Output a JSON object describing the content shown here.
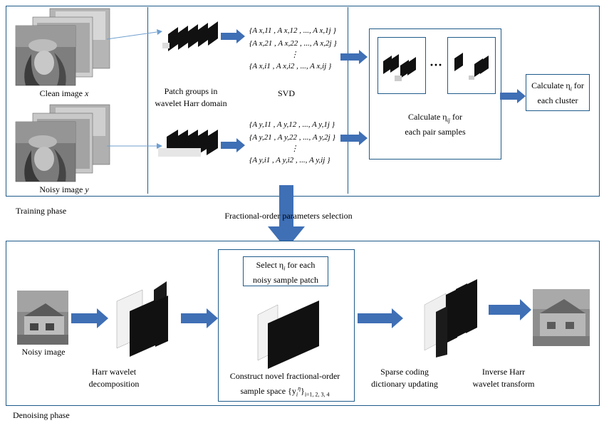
{
  "training": {
    "phase_label": "Training phase",
    "clean_label": "Clean image",
    "clean_var": "x",
    "noisy_label": "Noisy image",
    "noisy_var": "y",
    "patch_label_1": "Patch groups in",
    "patch_label_2": "wavelet Harr domain",
    "svd_label": "SVD",
    "mat_x": [
      "{A x,11 , A x,12 , ..., A x,1j }",
      "{A x,21 , A x,22 , ..., A x,2j }",
      "⋮",
      "{A x,i1 , A x,i2 , ..., A x,ij }"
    ],
    "mat_y": [
      "{A y,11 , A y,12 , ..., A y,1j }",
      "{A y,21 , A y,22 , ..., A y,2j }",
      "⋮",
      "{A y,i1 , A y,i2 , ..., A y,ij }"
    ],
    "dots": "···",
    "calc_pair_1": "Calculate η",
    "calc_pair_sub": "ij",
    "calc_pair_2": " for",
    "calc_pair_3": "each pair samples",
    "calc_cluster_1": "Calculate η",
    "calc_cluster_sub": "i",
    "calc_cluster_2": " for",
    "calc_cluster_3": "each cluster"
  },
  "middle_label": "Fractional-order parameters selection",
  "denoising": {
    "phase_label": "Denoising phase",
    "noisy_label": "Noisy image",
    "harr_1": "Harr wavelet",
    "harr_2": "decomposition",
    "select_1": "Select η",
    "select_sub": "i",
    "select_2": " for each",
    "select_3": "noisy sample patch",
    "construct_1": "Construct novel fractional-order",
    "construct_2": "sample space {y",
    "construct_sub": "i",
    "construct_sup": "η",
    "construct_3": "}",
    "construct_idx": "i=1, 2, 3, 4",
    "sparse_1": "Sparse coding",
    "sparse_2": "dictionary updating",
    "inverse_1": "Inverse Harr",
    "inverse_2": "wavelet transform"
  },
  "colors": {
    "arrow": "#3f6fb5",
    "border": "#1f5b8a",
    "thin_arrow": "#6f9fcf"
  }
}
